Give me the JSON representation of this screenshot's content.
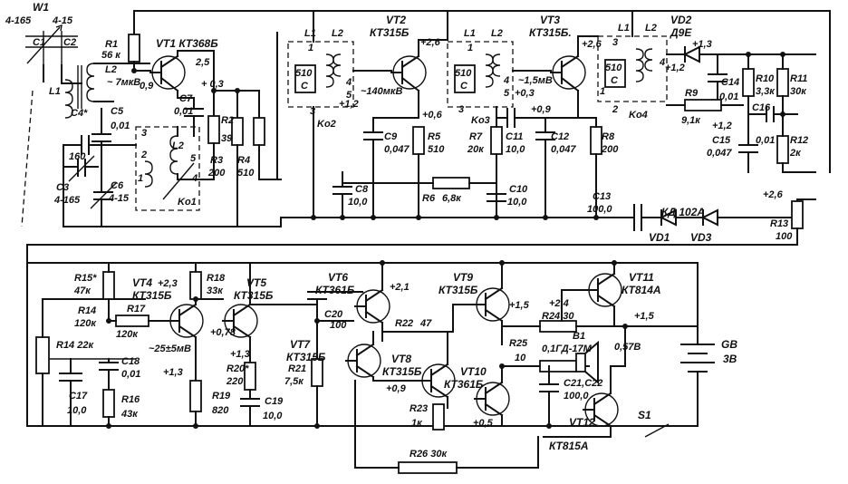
{
  "labels": {
    "W1": "W1",
    "C1_range": "4-165",
    "C2_range": "4-15",
    "C1": "C1",
    "C2": "C2",
    "L1": "L1",
    "L2": "L2",
    "R1": "R1",
    "R1_val": "56 к",
    "L2_mv": "~ 7мкВ",
    "VT1": "VT1 КТ368Б",
    "VT1_v_c": "2,5",
    "VT1_v_e": "0,9",
    "VT1_v_03": "+ 0,3",
    "C4": "C4*",
    "C5": "C5",
    "C5_val": "0,01",
    "C7": "C7",
    "C7_val": "0,01",
    "R2": "R2",
    "R2_val": "39",
    "R3": "R3",
    "R3_val": "200",
    "R4": "R4",
    "R4_val": "510",
    "C4_val": "160",
    "C3": "C3",
    "C3_range": "4-165",
    "C6": "C6",
    "C6_range": "4-15",
    "Ko1": "Ko1",
    "Ko1_pins": [
      "3",
      "2",
      "1",
      "5",
      "4"
    ],
    "Ko2_L1": "L1",
    "Ko2_L2": "L2",
    "Ko2_cap": "510",
    "Ko2_C": "C",
    "Ko2_pins": [
      "1",
      "3",
      "4",
      "5"
    ],
    "Ko2": "Ko2",
    "VT2": "VT2",
    "VT2_type": "КТ315Б",
    "VT2_v26": "+2,6",
    "mkv140": "~140мкВ",
    "v12a": "+1,2",
    "C9": "C9",
    "C9_val": "0,047",
    "R5": "R5",
    "R5_val": "510",
    "v06": "+0,6",
    "C8": "C8",
    "C8_val": "10,0",
    "Ko3_L1": "L1",
    "Ko3_L2": "L2",
    "Ko3_cap": "510",
    "Ko3_C": "C",
    "Ko3_pins": [
      "1",
      "4",
      "3",
      "5"
    ],
    "Ko3": "Ko3",
    "VT3": "VT3",
    "VT3_type": "КТ315Б.",
    "mv15": "~1,5мВ",
    "v03b": "+0,3",
    "R7": "R7",
    "R7_val": "20к",
    "C11": "C11",
    "C11_val": "10,0",
    "C12": "C12",
    "C12_val": "0,047",
    "v09": "+0,9",
    "R6": "R6",
    "R6_val": "6,8к",
    "C10": "C10",
    "C10_val": "10,0",
    "R8": "R8",
    "R8_val": "200",
    "v26b": "+2,6",
    "Ko4_L1": "L1",
    "Ko4_L2": "L2",
    "Ko4_cap": "510",
    "Ko4_C": "C",
    "Ko4_pins": [
      "3",
      "4",
      "1",
      "2"
    ],
    "Ko4": "Ko4",
    "VD2": "VD2",
    "VD2_type": "Д9Е",
    "v13": "+1,3",
    "v12b": "+1,2",
    "C14": "C14",
    "C14_val": "0,01",
    "R9": "R9",
    "R9_val": "9,1к",
    "R10": "R10",
    "R10_val": "3,3к",
    "R11": "R11",
    "R11_val": "30к",
    "C16": "C16",
    "C16_val": "0,01",
    "v12c": "+1,2",
    "C15": "C15",
    "C15_val": "0,047",
    "R12": "R12",
    "R12_val": "2к",
    "C13": "C13",
    "C13_val": "100,0",
    "KD": "КД 102А",
    "VD1": "VD1",
    "VD3": "VD3",
    "v26c": "+2,6",
    "R13": "R13",
    "R13_val": "100",
    "R15": "R15*",
    "R15_val": "47к",
    "R14": "R14",
    "R14_val": "120к",
    "VT4": "VT4",
    "VT4_v": "+2,3",
    "VT4_type": "КТ315Б",
    "R17": "R17",
    "R17_val": "120к",
    "R18": "R18",
    "R18_val": "33к",
    "VT5": "VT5",
    "VT5_type": "КТ315Б",
    "v078": "+0,78",
    "R14b": "R14 22к",
    "mv25": "~25±5мВ",
    "C18": "C18",
    "C18_val": "0,01",
    "v13b": "+1,3",
    "C17": "C17",
    "C17_val": "10,0",
    "R16": "R16",
    "R16_val": "43к",
    "R19": "R19",
    "R19_val": "820",
    "v13c": "+1,3",
    "R20": "R20*",
    "R20_val": "220",
    "C19": "C19",
    "C19_val": "10,0",
    "R21": "R21",
    "R21_val": "7,5к",
    "VT6": "VT6",
    "VT6_type": "КТ361Б",
    "v21": "+2,1",
    "C20": "C20",
    "C20_val": "100",
    "R22": "R22",
    "R22_val": "47",
    "VT7": "VT7",
    "VT7_type": "КТ315Б",
    "VT8": "VT8",
    "VT8_type": "КТ315Б",
    "v09b": "+0,9",
    "R23": "R23",
    "R23_val": "1к",
    "VT9": "VT9",
    "VT9_type": "КТ315Б",
    "v15a": "+1,5",
    "v24": "+2,4",
    "R24": "R24 30",
    "VT11": "VT11",
    "VT11_type": "КТ814А",
    "v15b": "+1,5",
    "R25": "R25",
    "R25_val": "10",
    "B1": "B1",
    "B1_type": "0,1ГД-17М",
    "v057": "0,57В",
    "VT10": "VT10",
    "VT10_type": "КТ361Б",
    "v05": "+0,5",
    "C21": "C21,C22",
    "C21_val": "100,0",
    "VT12": "VT12",
    "VT12_type": "КТ815А",
    "GB": "GB",
    "GB_val": "3В",
    "S1": "S1",
    "R26": "R26 30к"
  }
}
